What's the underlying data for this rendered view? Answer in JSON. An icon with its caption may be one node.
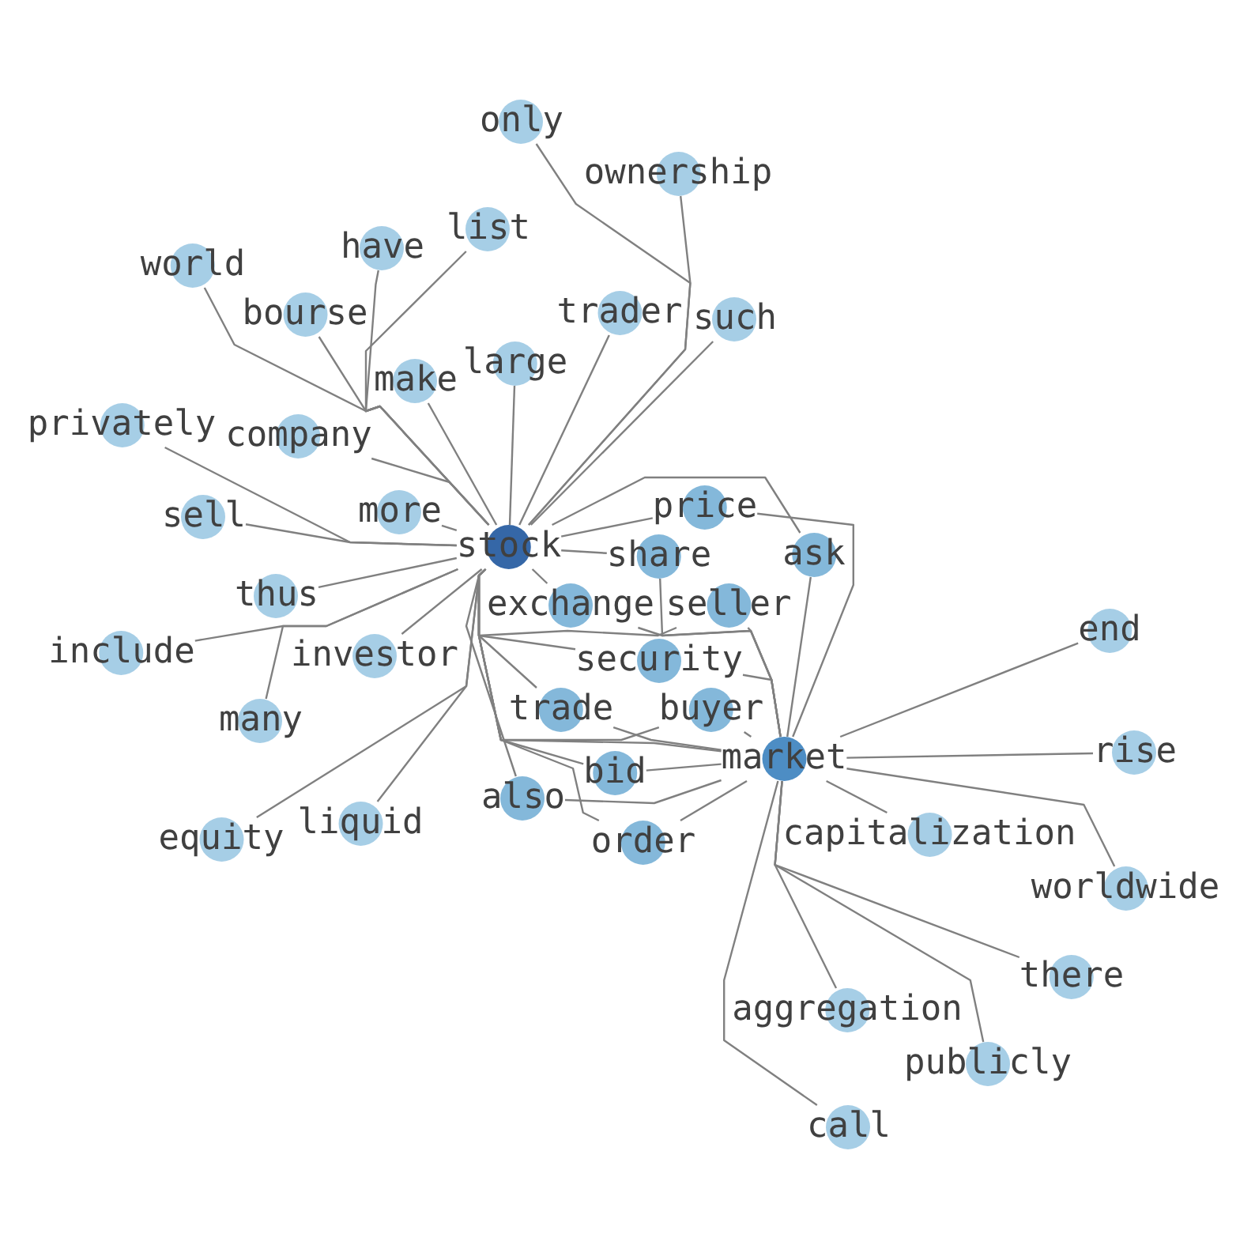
{
  "diagram": {
    "nodes": [
      {
        "text": [
          "only"
        ]
      },
      {
        "text": [
          "ownership"
        ]
      },
      {
        "text": [
          "list"
        ]
      },
      {
        "text": [
          "have"
        ]
      },
      {
        "text": [
          "world"
        ]
      },
      {
        "text": [
          "bourse"
        ]
      },
      {
        "text": [
          "trader"
        ]
      },
      {
        "text": [
          "such"
        ]
      },
      {
        "text": [
          "large"
        ]
      },
      {
        "text": [
          "make"
        ]
      },
      {
        "text": [
          "privately"
        ]
      },
      {
        "text": [
          "company"
        ]
      },
      {
        "text": [
          "price"
        ]
      },
      {
        "text": [
          "more"
        ]
      },
      {
        "text": [
          "sell"
        ]
      },
      {
        "text": [
          "stock"
        ]
      },
      {
        "text": [
          "ask"
        ]
      },
      {
        "text": [
          "share"
        ]
      },
      {
        "text": [
          "thus"
        ]
      },
      {
        "text": [
          "exchange"
        ]
      },
      {
        "text": [
          "seller"
        ]
      },
      {
        "text": [
          "end"
        ]
      },
      {
        "text": [
          "include"
        ]
      },
      {
        "text": [
          "investor"
        ]
      },
      {
        "text": [
          "security"
        ]
      },
      {
        "text": [
          "trade"
        ]
      },
      {
        "text": [
          "buyer"
        ]
      },
      {
        "text": [
          "many"
        ]
      },
      {
        "text": [
          "market"
        ]
      },
      {
        "text": [
          "rise"
        ]
      },
      {
        "text": [
          "bid"
        ]
      },
      {
        "text": [
          "also"
        ]
      },
      {
        "text": [
          "liquid"
        ]
      },
      {
        "text": [
          "equity"
        ]
      },
      {
        "text": [
          "order"
        ]
      },
      {
        "text": [
          "capitalization"
        ]
      },
      {
        "text": [
          "worldwide"
        ]
      },
      {
        "text": [
          "there"
        ]
      },
      {
        "text": [
          "aggregation"
        ]
      },
      {
        "text": [
          "publicly"
        ]
      },
      {
        "text": [
          "call"
        ]
      }
    ],
    "edges": [
      {
        "from": 15,
        "to": 0,
        "arrow": "none"
      },
      {
        "from": 15,
        "to": 1,
        "arrow": "none"
      },
      {
        "from": 15,
        "to": 2,
        "arrow": "none"
      },
      {
        "from": 15,
        "to": 3,
        "arrow": "none"
      },
      {
        "from": 15,
        "to": 4,
        "arrow": "none"
      },
      {
        "from": 15,
        "to": 5,
        "arrow": "none"
      },
      {
        "from": 15,
        "to": 6,
        "arrow": "none"
      },
      {
        "from": 15,
        "to": 7,
        "arrow": "none"
      },
      {
        "from": 15,
        "to": 8,
        "arrow": "none"
      },
      {
        "from": 15,
        "to": 9,
        "arrow": "none"
      },
      {
        "from": 15,
        "to": 10,
        "arrow": "none"
      },
      {
        "from": 15,
        "to": 11,
        "arrow": "none"
      },
      {
        "from": 15,
        "to": 12,
        "arrow": "none"
      },
      {
        "from": 15,
        "to": 13,
        "arrow": "none"
      },
      {
        "from": 15,
        "to": 14,
        "arrow": "none"
      },
      {
        "from": 15,
        "to": 16,
        "arrow": "none"
      },
      {
        "from": 15,
        "to": 17,
        "arrow": "none"
      },
      {
        "from": 15,
        "to": 18,
        "arrow": "none"
      },
      {
        "from": 15,
        "to": 19,
        "arrow": "none"
      },
      {
        "from": 15,
        "to": 20,
        "arrow": "none"
      },
      {
        "from": 15,
        "to": 22,
        "arrow": "none"
      },
      {
        "from": 15,
        "to": 23,
        "arrow": "none"
      },
      {
        "from": 15,
        "to": 24,
        "arrow": "none"
      },
      {
        "from": 15,
        "to": 25,
        "arrow": "none"
      },
      {
        "from": 15,
        "to": 26,
        "arrow": "none"
      },
      {
        "from": 15,
        "to": 27,
        "arrow": "none"
      },
      {
        "from": 15,
        "to": 28,
        "arrow": "none"
      },
      {
        "from": 15,
        "to": 30,
        "arrow": "none"
      },
      {
        "from": 15,
        "to": 31,
        "arrow": "none"
      },
      {
        "from": 15,
        "to": 32,
        "arrow": "none"
      },
      {
        "from": 15,
        "to": 33,
        "arrow": "none"
      },
      {
        "from": 15,
        "to": 34,
        "arrow": "none"
      },
      {
        "from": 28,
        "to": 12,
        "arrow": "none"
      },
      {
        "from": 28,
        "to": 16,
        "arrow": "none"
      },
      {
        "from": 28,
        "to": 17,
        "arrow": "none"
      },
      {
        "from": 28,
        "to": 19,
        "arrow": "none"
      },
      {
        "from": 28,
        "to": 20,
        "arrow": "none"
      },
      {
        "from": 28,
        "to": 21,
        "arrow": "none"
      },
      {
        "from": 28,
        "to": 24,
        "arrow": "none"
      },
      {
        "from": 28,
        "to": 25,
        "arrow": "none"
      },
      {
        "from": 28,
        "to": 26,
        "arrow": "none"
      },
      {
        "from": 28,
        "to": 29,
        "arrow": "none"
      },
      {
        "from": 28,
        "to": 30,
        "arrow": "none"
      },
      {
        "from": 28,
        "to": 31,
        "arrow": "none"
      },
      {
        "from": 28,
        "to": 34,
        "arrow": "none"
      },
      {
        "from": 28,
        "to": 35,
        "arrow": "none"
      },
      {
        "from": 28,
        "to": 36,
        "arrow": "none"
      },
      {
        "from": 28,
        "to": 37,
        "arrow": "none"
      },
      {
        "from": 28,
        "to": 38,
        "arrow": "none"
      },
      {
        "from": 28,
        "to": 39,
        "arrow": "none"
      },
      {
        "from": 28,
        "to": 40,
        "arrow": "none"
      }
    ]
  }
}
